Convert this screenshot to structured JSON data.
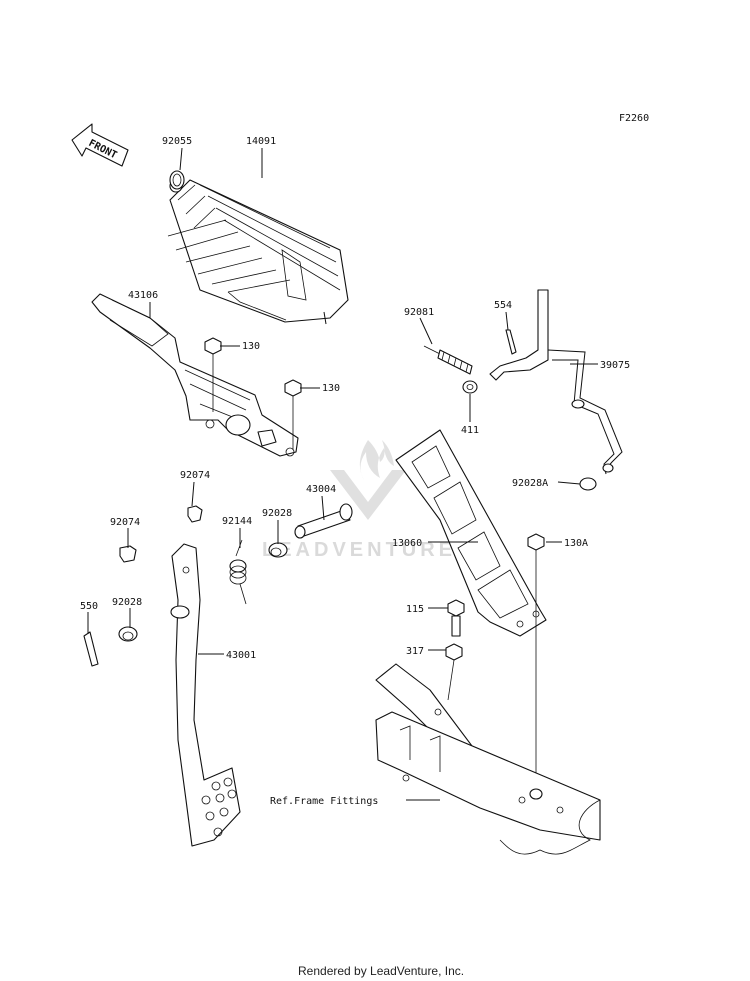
{
  "diagram": {
    "code": "F2260",
    "front_label": "FRONT",
    "watermark": "LEADVENTURE",
    "footer": "Rendered by LeadVenture, Inc.",
    "callouts": {
      "p92055": "92055",
      "p14091": "14091",
      "p43106": "43106",
      "p130a": "130",
      "p130b": "130",
      "p92081": "92081",
      "p554": "554",
      "p39075": "39075",
      "p411": "411",
      "p92028A": "92028A",
      "p92074a": "92074",
      "p92074b": "92074",
      "p43004": "43004",
      "p92144": "92144",
      "p92028a": "92028",
      "p92028b": "92028",
      "p13060": "13060",
      "p130A": "130A",
      "p550": "550",
      "p115": "115",
      "p317": "317",
      "p43001": "43001",
      "ref_frame": "Ref.Frame Fittings"
    }
  }
}
